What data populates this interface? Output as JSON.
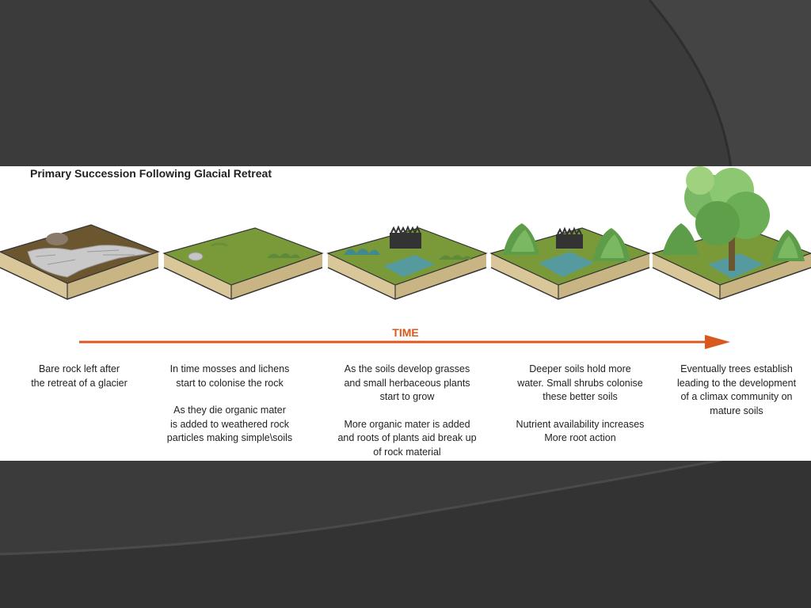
{
  "figure": {
    "title": "Primary Succession Following Glacial Retreat",
    "time_label": "TIME",
    "colors": {
      "arrow": "#d9581e",
      "grass": "#7a9a3a",
      "soil_side": "#d9c79a",
      "bare_rock": "#6b5630",
      "water": "#4f9ab0",
      "tree": "#6cae55"
    },
    "stages": [
      {
        "lines_a": [
          "Bare rock left after",
          "the retreat of a glacier"
        ],
        "lines_b": []
      },
      {
        "lines_a": [
          "In time mosses and lichens",
          "start to colonise the rock"
        ],
        "lines_b": [
          "As they die organic mater",
          "is added to weathered rock",
          "particles making simple\\soils"
        ]
      },
      {
        "lines_a": [
          "As the soils develop grasses",
          "and small herbaceous plants",
          "start to grow"
        ],
        "lines_b": [
          "More organic mater is added",
          "and roots of plants aid break up",
          "of rock material"
        ]
      },
      {
        "lines_a": [
          "Deeper soils hold more",
          "water. Small shrubs colonise",
          "these better soils"
        ],
        "lines_b": [
          "Nutrient availability increases",
          "More root action"
        ]
      },
      {
        "lines_a": [
          "Eventually trees establish",
          "leading to the development",
          "of a climax community on",
          "mature soils"
        ],
        "lines_b": []
      }
    ]
  }
}
